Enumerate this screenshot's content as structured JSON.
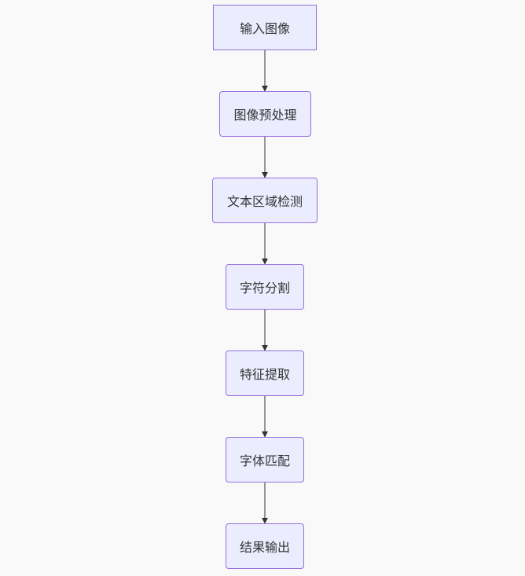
{
  "flowchart": {
    "nodes": [
      {
        "id": "input_image",
        "label": "输入图像"
      },
      {
        "id": "preprocess",
        "label": "图像预处理"
      },
      {
        "id": "text_detect",
        "label": "文本区域检测"
      },
      {
        "id": "char_segment",
        "label": "字符分割"
      },
      {
        "id": "feature_extract",
        "label": "特征提取"
      },
      {
        "id": "font_match",
        "label": "字体匹配"
      },
      {
        "id": "result_output",
        "label": "结果输出"
      }
    ],
    "edges": [
      {
        "from": "input_image",
        "to": "preprocess"
      },
      {
        "from": "preprocess",
        "to": "text_detect"
      },
      {
        "from": "text_detect",
        "to": "char_segment"
      },
      {
        "from": "char_segment",
        "to": "feature_extract"
      },
      {
        "from": "feature_extract",
        "to": "font_match"
      },
      {
        "from": "font_match",
        "to": "result_output"
      }
    ],
    "colors": {
      "node_fill": "#ececff",
      "node_border": "#9370db",
      "edge": "#333333",
      "text": "#333333",
      "background": "#f9f9f9"
    }
  }
}
